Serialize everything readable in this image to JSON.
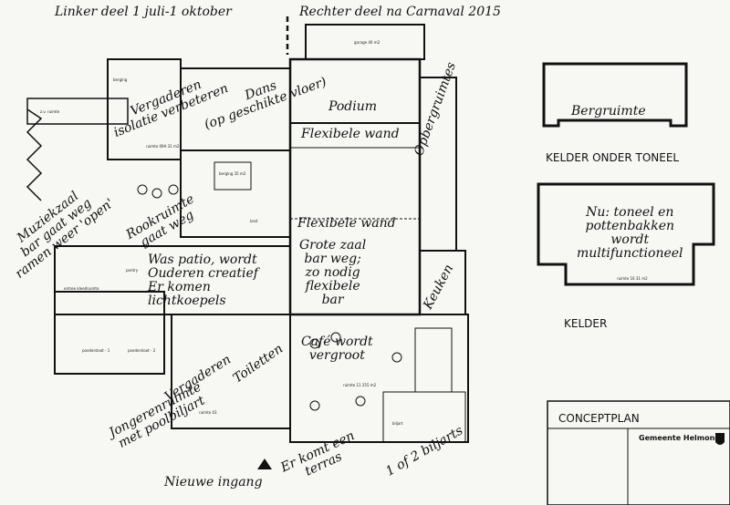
{
  "banner": {
    "left_part": "Linker deel 1 juli-1 oktober",
    "right_part": "Rechter deel na Carnaval 2015"
  },
  "annotations": {
    "podium": "Podium",
    "flex_wand_top": "Flexibele wand",
    "flex_wand_mid": "Flexibele wand",
    "dans": [
      "Dans",
      "(op geschikte vloer)"
    ],
    "vergaderen_top": [
      "Vergaderen",
      "isolatie verbeteren"
    ],
    "muziekzaal": [
      "Muziekzaal",
      "bar gaat weg",
      "ramen weer 'open'"
    ],
    "rookruimte": [
      "Rookruimte",
      "gaat weg"
    ],
    "was_patio": [
      "Was patio, wordt",
      "Ouderen creatief",
      "Er komen",
      "lichtkoepels"
    ],
    "grote_zaal": [
      "Grote zaal",
      "bar weg;",
      "zo nodig",
      "flexibele",
      "bar"
    ],
    "opbergruimtes": "Opbergruimtes",
    "keuken": "Keuken",
    "cafe": [
      "Café wordt",
      "vergroot"
    ],
    "vergaderen_low": "Vergaderen",
    "toiletten": "Toiletten",
    "jongeren": [
      "Jongerenruimte",
      "met poolbiljart"
    ],
    "terras": [
      "Er komt een",
      "terras"
    ],
    "biljarts": "1 of 2 biljarts",
    "nieuwe_ingang": "Nieuwe ingang",
    "bergruimte": "Bergruimte",
    "toneel": [
      "Nu: toneel en",
      "pottenbakken",
      "wordt",
      "multifunctioneel"
    ]
  },
  "labels": {
    "kelder_onder_toneel": "KELDER ONDER TONEEL",
    "kelder": "KELDER",
    "conceptplan": "CONCEPTPLAN",
    "gemeente": "Gemeente Helmond"
  },
  "room_tags": {
    "garage": [
      "garage",
      "40 m2"
    ],
    "ruimte_09a": [
      "ruimte 09A",
      "31 m2"
    ],
    "berging_35": [
      "berging",
      "35 m2"
    ],
    "berging": "berging",
    "zv_ruimte": "z.v. ruimte",
    "kelder_16": [
      "ruimte 16",
      "31 m2"
    ],
    "cafe_ruimte": [
      "ruimte 11",
      "255 m2"
    ],
    "kast": "kast",
    "biljart": "biljart",
    "pentry": "pentry",
    "entree_kleedruimte": "entree kleedruimte",
    "poedersloot_1": "poedersloot - 1",
    "poedersloot_2": "poedersloot - 2",
    "ruimte_03": "ruimte 03"
  },
  "colors": {
    "ink": "#111111",
    "paper": "#f7f7f4"
  }
}
